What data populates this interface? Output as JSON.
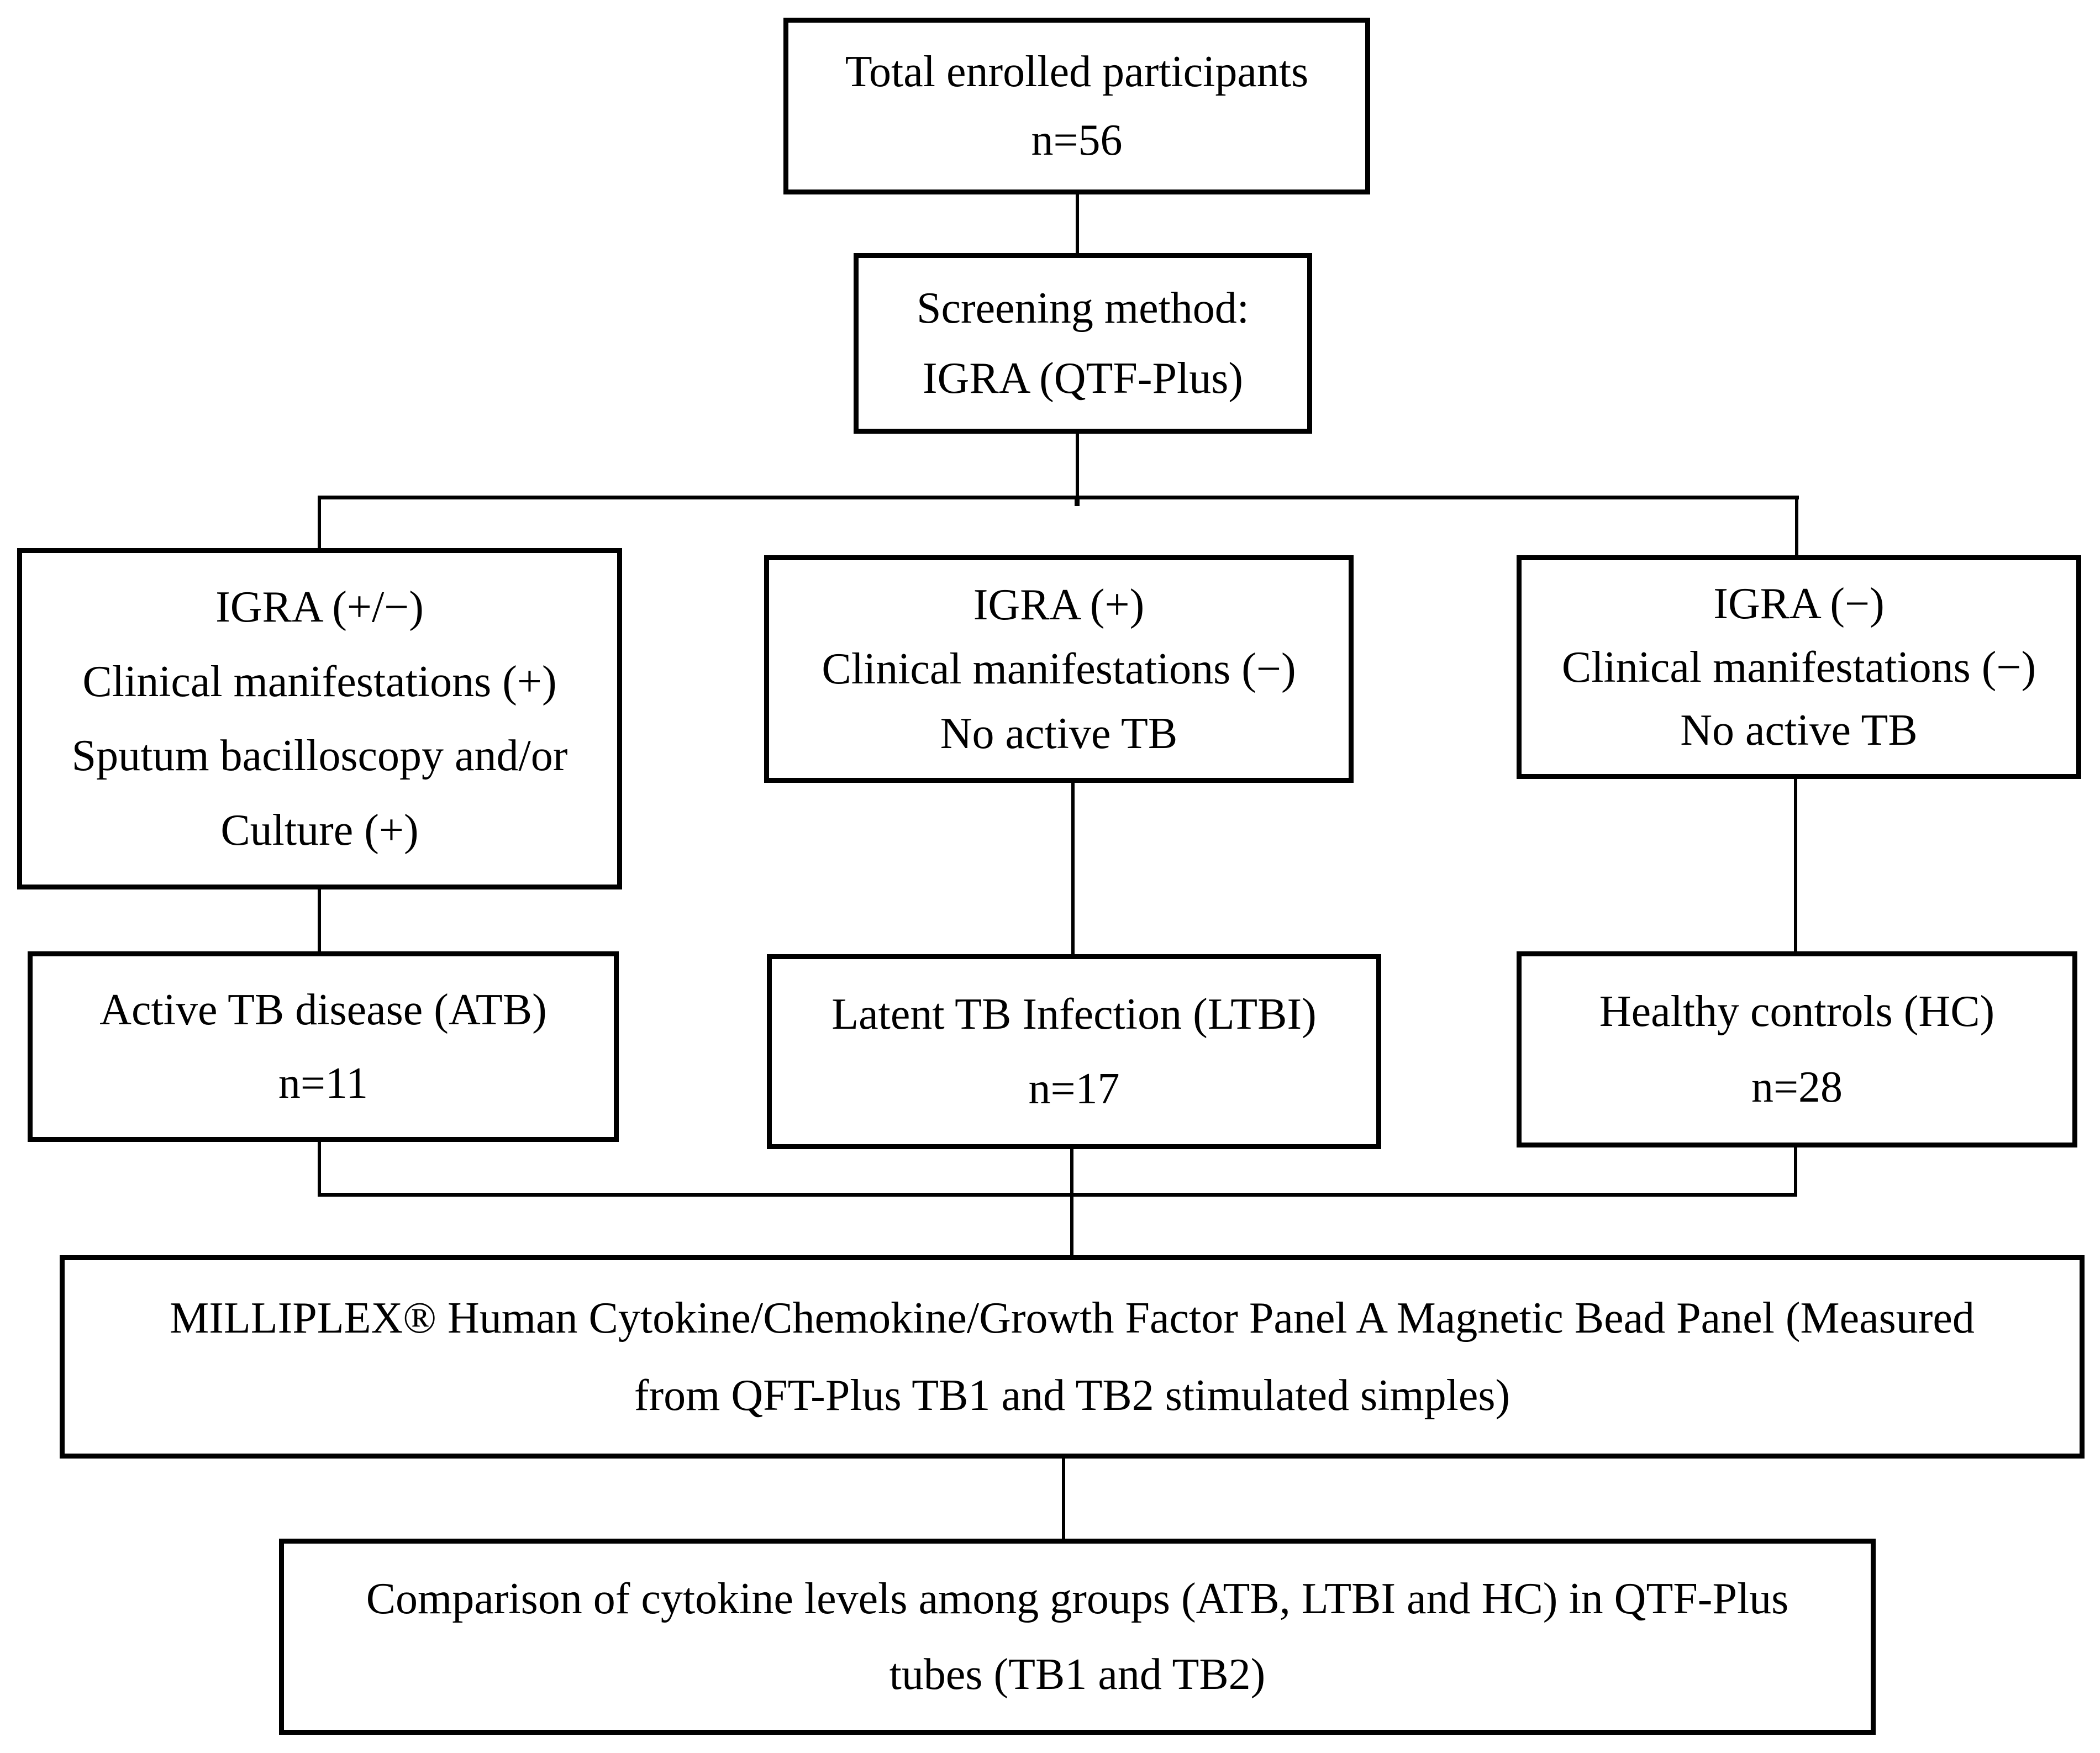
{
  "diagram": {
    "title": "Participant enrollment and cytokine analysis flowchart",
    "background_color": "#ffffff",
    "line_color": "#000000",
    "nodes": {
      "total": {
        "lines": [
          "Total enrolled participants",
          "n=56"
        ]
      },
      "screening": {
        "lines": [
          "Screening method:",
          "IGRA (QTF-Plus)"
        ]
      },
      "branch_atb": {
        "lines": [
          "IGRA (+/−)",
          "Clinical manifestations (+)",
          "Sputum bacilloscopy and/or",
          "Culture (+)"
        ]
      },
      "branch_ltbi": {
        "lines": [
          "IGRA (+)",
          "Clinical manifestations (−)",
          "No active TB"
        ]
      },
      "branch_hc": {
        "lines": [
          "IGRA (−)",
          "Clinical manifestations (−)",
          "No active TB"
        ]
      },
      "group_atb": {
        "lines": [
          "Active TB disease (ATB)",
          "n=11"
        ]
      },
      "group_ltbi": {
        "lines": [
          "Latent TB Infection (LTBI)",
          "n=17"
        ]
      },
      "group_hc": {
        "lines": [
          "Healthy controls (HC)",
          "n=28"
        ]
      },
      "milliplex": {
        "lines": [
          "MILLIPLEX® Human Cytokine/Chemokine/Growth Factor Panel A Magnetic Bead Panel (Measured",
          "from QFT-Plus TB1 and TB2 stimulated simples)"
        ]
      },
      "comparison": {
        "lines": [
          "Comparison of cytokine levels among groups (ATB, LTBI and HC) in QTF-Plus",
          "tubes (TB1 and TB2)"
        ]
      }
    }
  }
}
